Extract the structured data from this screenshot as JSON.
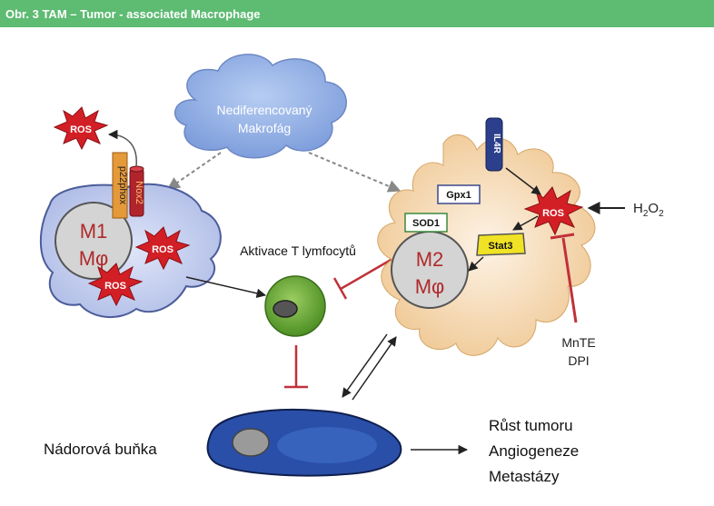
{
  "header": {
    "title": "Obr. 3 TAM – Tumor - associated Macrophage"
  },
  "cloud": {
    "line1": "Nediferencovaný",
    "line2": "Makrofág"
  },
  "m1_cell": {
    "m_label": "M1",
    "phi_label": "Mφ",
    "ros_top": "ROS",
    "ros_mid": "ROS",
    "ros_bottom": "ROS",
    "p22phox": "p22phox",
    "nox2": "Nox2"
  },
  "t_cell": {
    "label": "Aktivace T lymfocytů"
  },
  "m2_cell": {
    "m_label": "M2",
    "phi_label": "Mφ",
    "il4r": "IL4R",
    "gpx1": "Gpx1",
    "sod1": "SOD1",
    "stat3": "Stat3",
    "ros": "ROS"
  },
  "h2o2": {
    "base": "H",
    "sub1": "2",
    "mid": "O",
    "sub2": "2"
  },
  "inhibitors": {
    "line1": "MnTE",
    "line2": "DPI"
  },
  "tumor": {
    "label": "Nádorová buňka"
  },
  "outcomes": {
    "line1": "Růst tumoru",
    "line2": "Angiogeneze",
    "line3": "Metastázy"
  },
  "colors": {
    "header": "#5dbb72",
    "cloud": "#9bb8e8",
    "m1_body": "#c2cdf0",
    "m2_body": "#f3d6ad",
    "t_cell": "#6fae3c",
    "tumor": "#2a4fa8",
    "inhibit": "#c0313a",
    "ros": "#d21f25"
  }
}
